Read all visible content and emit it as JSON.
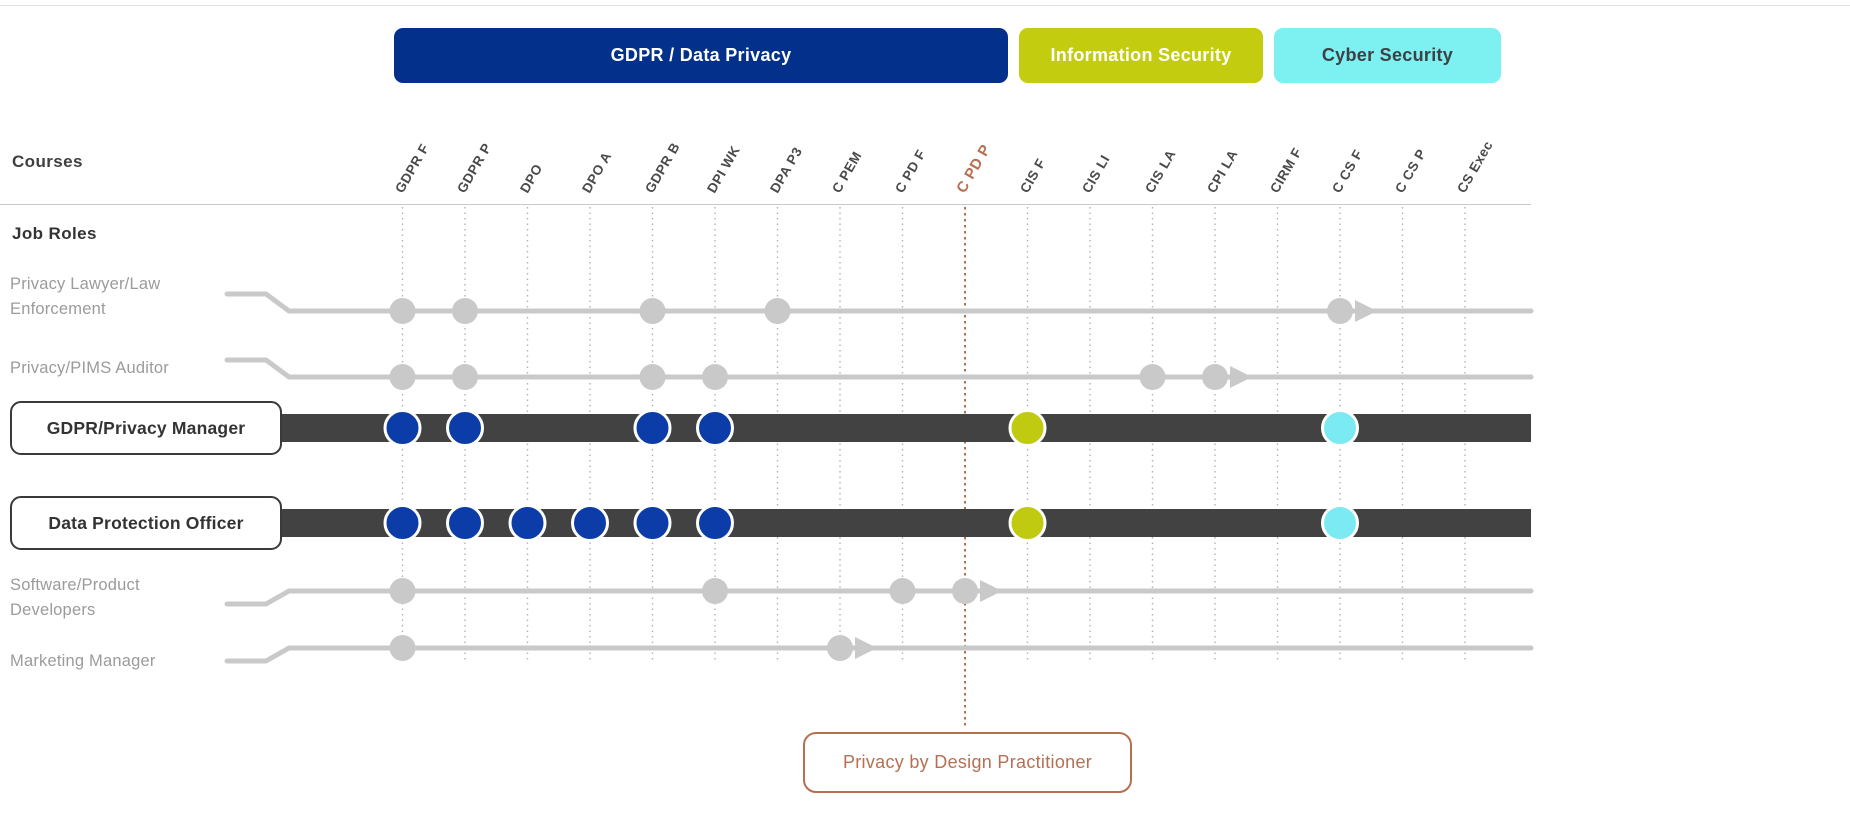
{
  "header": {
    "categories": [
      {
        "label": "GDPR / Data Privacy",
        "bg": "#02308a",
        "text": "#ffffff"
      },
      {
        "label": "Information Security",
        "bg": "#c3cc0e",
        "text": "#ffffff"
      },
      {
        "label": "Cyber Security",
        "bg": "#7df1f1",
        "text": "#3d4045"
      }
    ]
  },
  "labels": {
    "courses": "Courses",
    "job_roles": "Job Roles"
  },
  "chart_data": {
    "type": "pathway-matrix",
    "columns": [
      {
        "id": "GDPR F",
        "section": "GDPR / Data Privacy"
      },
      {
        "id": "GDPR P",
        "section": "GDPR / Data Privacy"
      },
      {
        "id": "DPO",
        "section": "GDPR / Data Privacy"
      },
      {
        "id": "DPO A",
        "section": "GDPR / Data Privacy"
      },
      {
        "id": "GDPR B",
        "section": "GDPR / Data Privacy"
      },
      {
        "id": "DPI WK",
        "section": "GDPR / Data Privacy"
      },
      {
        "id": "DPA P3",
        "section": "GDPR / Data Privacy"
      },
      {
        "id": "C PEM",
        "section": "GDPR / Data Privacy"
      },
      {
        "id": "C PD F",
        "section": "GDPR / Data Privacy"
      },
      {
        "id": "C PD P",
        "section": "GDPR / Data Privacy",
        "highlight": true
      },
      {
        "id": "CIS F",
        "section": "Information Security"
      },
      {
        "id": "CIS LI",
        "section": "Information Security"
      },
      {
        "id": "CIS LA",
        "section": "Information Security"
      },
      {
        "id": "CPI LA",
        "section": "Information Security"
      },
      {
        "id": "CIRM F",
        "section": "Cyber Security"
      },
      {
        "id": "C CS F",
        "section": "Cyber Security"
      },
      {
        "id": "C CS P",
        "section": "Cyber Security"
      },
      {
        "id": "CS Exec",
        "section": "Cyber Security"
      }
    ],
    "rows": [
      {
        "label": "Privacy Lawyer/Law Enforcement",
        "label_lines": [
          "Privacy Lawyer/Law",
          "Enforcement"
        ],
        "style": "path",
        "dots": [
          {
            "col": "GDPR F"
          },
          {
            "col": "GDPR P"
          },
          {
            "col": "GDPR B"
          },
          {
            "col": "DPA P3"
          },
          {
            "col": "C CS F"
          }
        ],
        "arrow_after": "C CS F"
      },
      {
        "label": "Privacy/PIMS Auditor",
        "label_lines": [
          "Privacy/PIMS Auditor"
        ],
        "style": "path",
        "dots": [
          {
            "col": "GDPR F"
          },
          {
            "col": "GDPR P"
          },
          {
            "col": "GDPR B"
          },
          {
            "col": "DPI WK"
          },
          {
            "col": "CIS LA"
          },
          {
            "col": "CPI LA"
          }
        ],
        "arrow_after": "CPI LA"
      },
      {
        "label": "GDPR/Privacy Manager",
        "label_lines": [
          "GDPR/Privacy Manager"
        ],
        "style": "track",
        "dots": [
          {
            "col": "GDPR F",
            "color": "blue"
          },
          {
            "col": "GDPR P",
            "color": "blue"
          },
          {
            "col": "GDPR B",
            "color": "blue"
          },
          {
            "col": "DPI WK",
            "color": "blue"
          },
          {
            "col": "CIS F",
            "color": "olive"
          },
          {
            "col": "C CS F",
            "color": "cyan"
          }
        ]
      },
      {
        "label": "Data Protection Officer",
        "label_lines": [
          "Data Protection Officer"
        ],
        "style": "track",
        "dots": [
          {
            "col": "GDPR F",
            "color": "blue"
          },
          {
            "col": "GDPR P",
            "color": "blue"
          },
          {
            "col": "DPO",
            "color": "blue"
          },
          {
            "col": "DPO A",
            "color": "blue"
          },
          {
            "col": "GDPR B",
            "color": "blue"
          },
          {
            "col": "DPI WK",
            "color": "blue"
          },
          {
            "col": "CIS F",
            "color": "olive"
          },
          {
            "col": "C CS F",
            "color": "cyan"
          }
        ]
      },
      {
        "label": "Software/Product Developers",
        "label_lines": [
          "Software/Product",
          "Developers"
        ],
        "style": "path",
        "dots": [
          {
            "col": "GDPR F"
          },
          {
            "col": "DPI WK"
          },
          {
            "col": "C PD F"
          },
          {
            "col": "C PD P"
          }
        ],
        "arrow_after": "C PD P"
      },
      {
        "label": "Marketing Manager",
        "label_lines": [
          "Marketing Manager"
        ],
        "style": "path",
        "dots": [
          {
            "col": "GDPR F"
          },
          {
            "col": "C PEM"
          }
        ],
        "arrow_after": "C PEM"
      }
    ],
    "annotation": {
      "label": "Privacy by Design Practitioner",
      "column": "C PD P"
    }
  },
  "colors": {
    "blue": "#0b3ca8",
    "olive": "#c0ca10",
    "cyan": "#7ceaf2",
    "track": "#424242",
    "path_gray": "#c9c9c9",
    "label_gray": "#9b9b9b",
    "accent_orange": "#b76f51",
    "column_line": "#b3b3b3"
  }
}
